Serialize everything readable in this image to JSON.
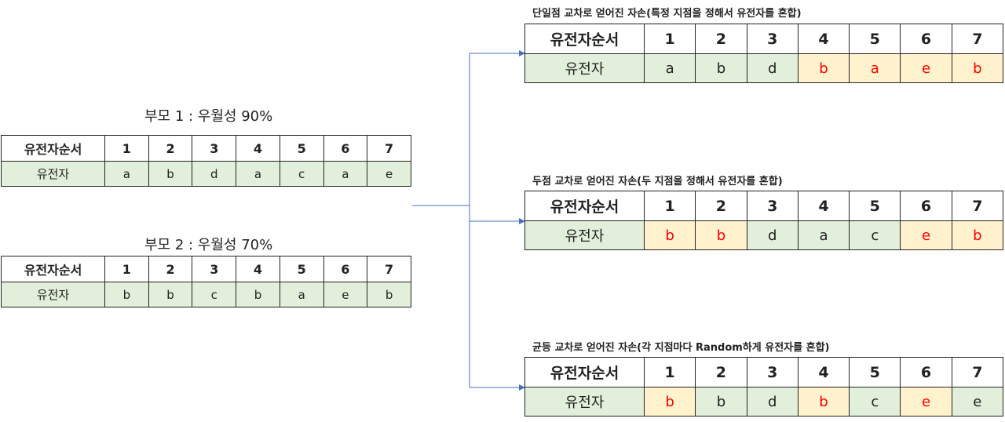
{
  "header_row": {
    "label": "유전자순서",
    "positions": [
      "1",
      "2",
      "3",
      "4",
      "5",
      "6",
      "7"
    ]
  },
  "row_label": "유전자",
  "parents": [
    {
      "title": "부모 1 : 우월성 90%",
      "genes": [
        "a",
        "b",
        "d",
        "a",
        "c",
        "a",
        "e"
      ]
    },
    {
      "title": "부모 2 : 우월성 70%",
      "genes": [
        "b",
        "b",
        "c",
        "b",
        "a",
        "e",
        "b"
      ]
    }
  ],
  "children": [
    {
      "label": "단일점 교차로 얻어진 자손(특정 지점을 정해서 유전자를 혼합)",
      "genes": [
        "a",
        "b",
        "d",
        "b",
        "a",
        "e",
        "b"
      ],
      "from_parent2": [
        false,
        false,
        false,
        true,
        true,
        true,
        true
      ]
    },
    {
      "label": "두점 교차로 얻어진 자손(두 지점을 정해서 유전자를 혼합)",
      "genes": [
        "b",
        "b",
        "d",
        "a",
        "c",
        "e",
        "b"
      ],
      "from_parent2": [
        true,
        true,
        false,
        false,
        false,
        true,
        true
      ]
    },
    {
      "label": "균등 교차로 얻어진 자손(각 지점마다 Random하게 유전자를 혼합)",
      "genes": [
        "b",
        "b",
        "d",
        "b",
        "c",
        "e",
        "e"
      ],
      "from_parent2": [
        true,
        false,
        false,
        true,
        false,
        true,
        false
      ]
    }
  ],
  "colors": {
    "gene_row_bg": "#e2efda",
    "highlight_bg": "#fff2cc",
    "highlight_text": "#ff0000",
    "arrow": "#4472c4"
  }
}
